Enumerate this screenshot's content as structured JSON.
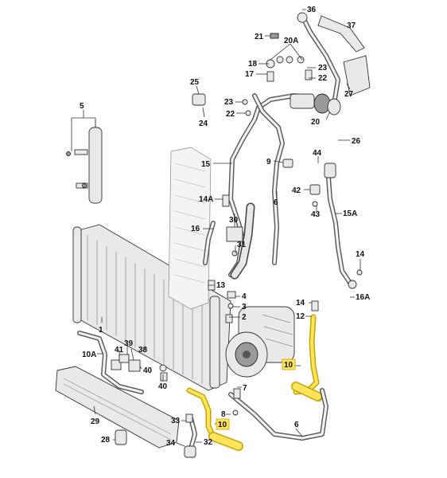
{
  "callouts": [
    {
      "id": "c36",
      "text": "36"
    },
    {
      "id": "c37",
      "text": "37"
    },
    {
      "id": "c21",
      "text": "21"
    },
    {
      "id": "c20A",
      "text": "20A"
    },
    {
      "id": "c18",
      "text": "18"
    },
    {
      "id": "c17",
      "text": "17"
    },
    {
      "id": "c23a",
      "text": "23"
    },
    {
      "id": "c22a",
      "text": "22"
    },
    {
      "id": "c25",
      "text": "25"
    },
    {
      "id": "c23b",
      "text": "23"
    },
    {
      "id": "c22b",
      "text": "22"
    },
    {
      "id": "c27",
      "text": "27"
    },
    {
      "id": "c24",
      "text": "24"
    },
    {
      "id": "c20",
      "text": "20"
    },
    {
      "id": "c26",
      "text": "26"
    },
    {
      "id": "c5",
      "text": "5"
    },
    {
      "id": "c44",
      "text": "44"
    },
    {
      "id": "c15",
      "text": "15"
    },
    {
      "id": "c9",
      "text": "9"
    },
    {
      "id": "c42",
      "text": "42"
    },
    {
      "id": "c6a",
      "text": "6"
    },
    {
      "id": "c14A",
      "text": "14A"
    },
    {
      "id": "c43",
      "text": "43"
    },
    {
      "id": "c15A",
      "text": "15A"
    },
    {
      "id": "c30",
      "text": "30"
    },
    {
      "id": "c16",
      "text": "16"
    },
    {
      "id": "c31",
      "text": "31"
    },
    {
      "id": "c14a",
      "text": "14"
    },
    {
      "id": "c13",
      "text": "13"
    },
    {
      "id": "c4",
      "text": "4"
    },
    {
      "id": "c3",
      "text": "3"
    },
    {
      "id": "c2",
      "text": "2"
    },
    {
      "id": "c16A",
      "text": "16A"
    },
    {
      "id": "c14b",
      "text": "14"
    },
    {
      "id": "c12",
      "text": "12"
    },
    {
      "id": "c1",
      "text": "1"
    },
    {
      "id": "c39",
      "text": "39"
    },
    {
      "id": "c10A",
      "text": "10A"
    },
    {
      "id": "c41",
      "text": "41"
    },
    {
      "id": "c38",
      "text": "38"
    },
    {
      "id": "c40a",
      "text": "40"
    },
    {
      "id": "c40b",
      "text": "40"
    },
    {
      "id": "c10a",
      "text": "10"
    },
    {
      "id": "c7",
      "text": "7"
    },
    {
      "id": "c8",
      "text": "8"
    },
    {
      "id": "c29",
      "text": "29"
    },
    {
      "id": "c33",
      "text": "33"
    },
    {
      "id": "c10b",
      "text": "10"
    },
    {
      "id": "c6b",
      "text": "6"
    },
    {
      "id": "c28",
      "text": "28"
    },
    {
      "id": "c34",
      "text": "34"
    },
    {
      "id": "c32",
      "text": "32"
    }
  ],
  "colors": {
    "highlight_fill": "#ffe45c",
    "highlight_stroke": "#c9a400",
    "line": "#333333",
    "background": "#ffffff"
  }
}
